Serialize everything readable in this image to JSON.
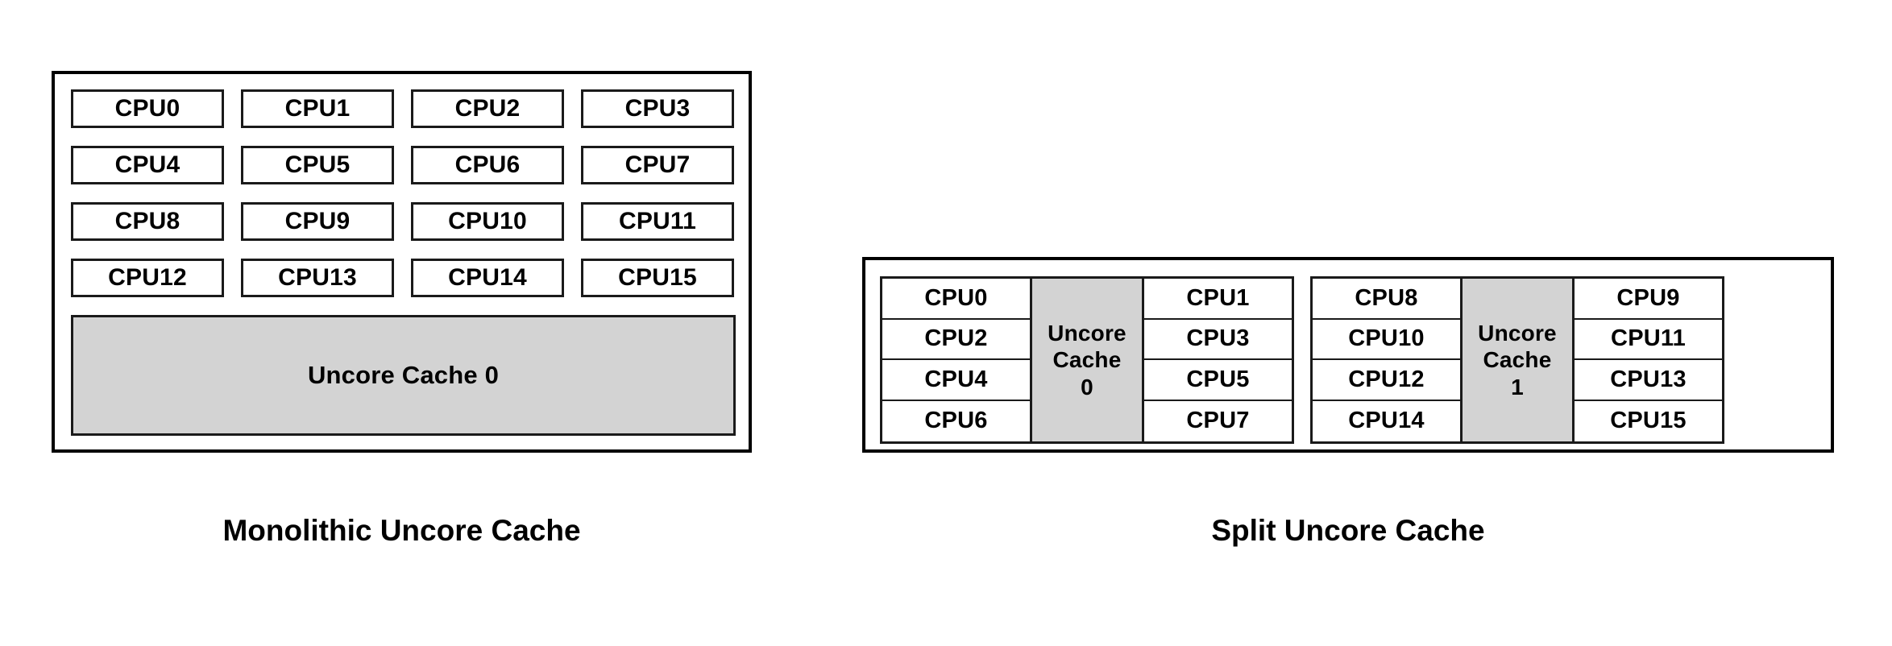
{
  "figure": {
    "background_color": "#ffffff",
    "line_color": "#000000",
    "cache_fill_color": "#d3d3d3"
  },
  "monolithic": {
    "caption": "Monolithic Uncore Cache",
    "cpus": [
      "CPU0",
      "CPU1",
      "CPU2",
      "CPU3",
      "CPU4",
      "CPU5",
      "CPU6",
      "CPU7",
      "CPU8",
      "CPU9",
      "CPU10",
      "CPU11",
      "CPU12",
      "CPU13",
      "CPU14",
      "CPU15"
    ],
    "cache": {
      "label": "Uncore Cache 0"
    }
  },
  "split": {
    "caption": "Split Uncore Cache",
    "groups": [
      {
        "left_cpus": [
          "CPU0",
          "CPU2",
          "CPU4",
          "CPU6"
        ],
        "cache": {
          "line1": "Uncore",
          "line2": "Cache",
          "line3": "0"
        },
        "right_cpus": [
          "CPU1",
          "CPU3",
          "CPU5",
          "CPU7"
        ]
      },
      {
        "left_cpus": [
          "CPU8",
          "CPU10",
          "CPU12",
          "CPU14"
        ],
        "cache": {
          "line1": "Uncore",
          "line2": "Cache",
          "line3": "1"
        },
        "right_cpus": [
          "CPU9",
          "CPU11",
          "CPU13",
          "CPU15"
        ]
      }
    ]
  }
}
